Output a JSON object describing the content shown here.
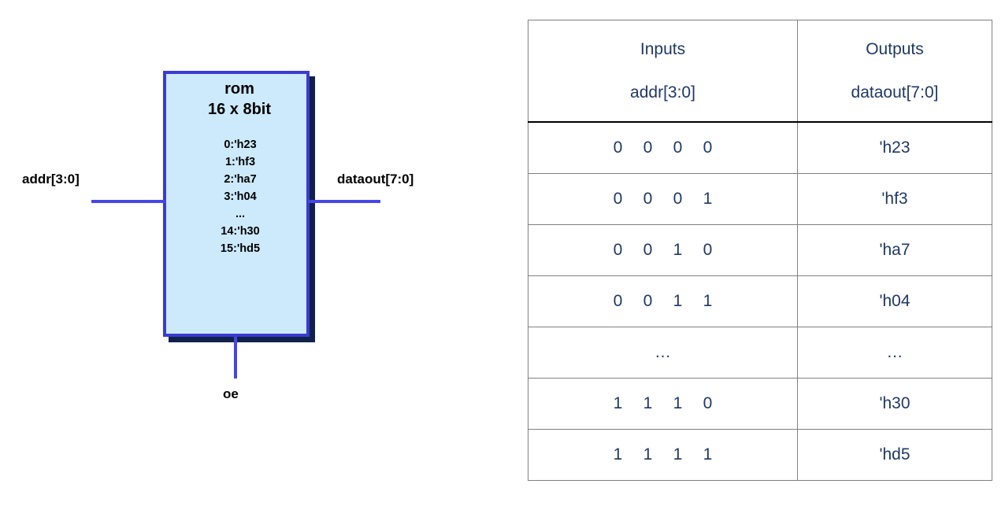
{
  "diagram": {
    "block": {
      "title_line1": "rom",
      "title_line2": "16 x 8bit",
      "contents": [
        "0:'h23",
        "1:'hf3",
        "2:'ha7",
        "3:'h04",
        "...",
        "14:'h30",
        "15:'hd5"
      ]
    },
    "ports": {
      "input_label": "addr[3:0]",
      "output_label": "dataout[7:0]",
      "enable_label": "oe"
    },
    "colors": {
      "block_fill": "#cdeafd",
      "block_border": "#3b3bd2",
      "block_shadow": "#10214a",
      "wire": "#4646e6",
      "table_text": "#1f3864",
      "table_border": "#808080"
    }
  },
  "table": {
    "headers": {
      "inputs_top": "Inputs",
      "inputs_sub": "addr[3:0]",
      "outputs_top": "Outputs",
      "outputs_sub": "dataout[7:0]"
    },
    "rows": [
      {
        "bits": [
          "0",
          "0",
          "0",
          "0"
        ],
        "out": "'h23"
      },
      {
        "bits": [
          "0",
          "0",
          "0",
          "1"
        ],
        "out": "'hf3"
      },
      {
        "bits": [
          "0",
          "0",
          "1",
          "0"
        ],
        "out": "'ha7"
      },
      {
        "bits": [
          "0",
          "0",
          "1",
          "1"
        ],
        "out": "'h04"
      },
      {
        "bits": [
          "…"
        ],
        "out": "…"
      },
      {
        "bits": [
          "1",
          "1",
          "1",
          "0"
        ],
        "out": "'h30"
      },
      {
        "bits": [
          "1",
          "1",
          "1",
          "1"
        ],
        "out": "'hd5"
      }
    ]
  }
}
